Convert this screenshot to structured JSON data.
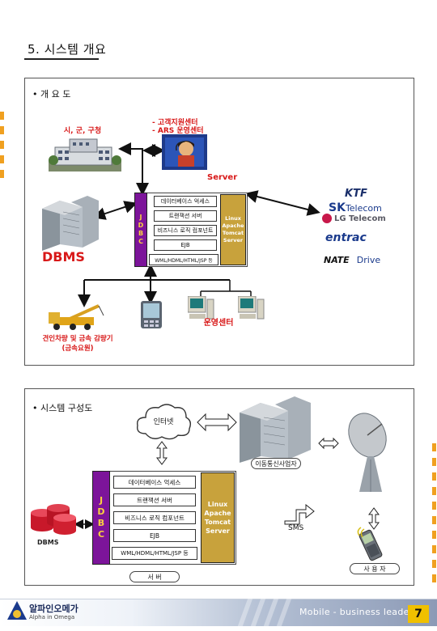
{
  "page": {
    "title": "5. 시스템 개요",
    "page_number": "7"
  },
  "overview": {
    "bullet": "• 개 요 도",
    "city_label": "시, 군, 구청",
    "center_line1": "- 고객지원센터",
    "center_line2": "- ARS 운영센터",
    "server_label": "Server",
    "dbms_label": "DBMS",
    "jdbc": [
      "J",
      "D",
      "B",
      "C"
    ],
    "server_boxes": [
      "데이터베이스 억세스",
      "트랜잭션 서버",
      "비즈니스 로직 컴포넌트",
      "EJB",
      "WML/HDML/HTML/JSP 등"
    ],
    "linux_lines": [
      "Linux",
      "Apache",
      "Tomcat",
      "Server"
    ],
    "operation_center": "운영센터",
    "vehicle_line1": "견인차량 및 금속 감량기",
    "vehicle_line2": "(금속요원)",
    "carriers": {
      "ktf": "KTF",
      "skt_sk": "SK",
      "skt_telecom": "Telecom",
      "lgt": "LG Telecom",
      "entrac": "entrac",
      "nate_nate": "NATE",
      "nate_drive": "Drive"
    }
  },
  "config": {
    "bullet": "• 시스템 구성도",
    "internet": "인터넷",
    "carrier_label": "이동통신사업자",
    "server_boxes": [
      "데이터베이스 억세스",
      "트랜잭션 서버",
      "비즈니스 로직 컴포넌트",
      "EJB",
      "WML/HDML/HTML/JSP 등"
    ],
    "jdbc": [
      "J",
      "D",
      "B",
      "C"
    ],
    "linux_lines": [
      "Linux",
      "Apache",
      "Tomcat",
      "Server"
    ],
    "dbms_label": "DBMS",
    "sms_label": "SMS",
    "server_oval": "서 버",
    "user_oval": "사 용 자"
  },
  "footer": {
    "company_kr": "알파인오메가",
    "company_en": "Alpha in Omega",
    "slogan": "Mobile - business leader"
  },
  "colors": {
    "jdbc_purple": "#7c149a",
    "linux_gold": "#c8a23c",
    "accent_red": "#d81818",
    "side_dash": "#f0a020"
  }
}
